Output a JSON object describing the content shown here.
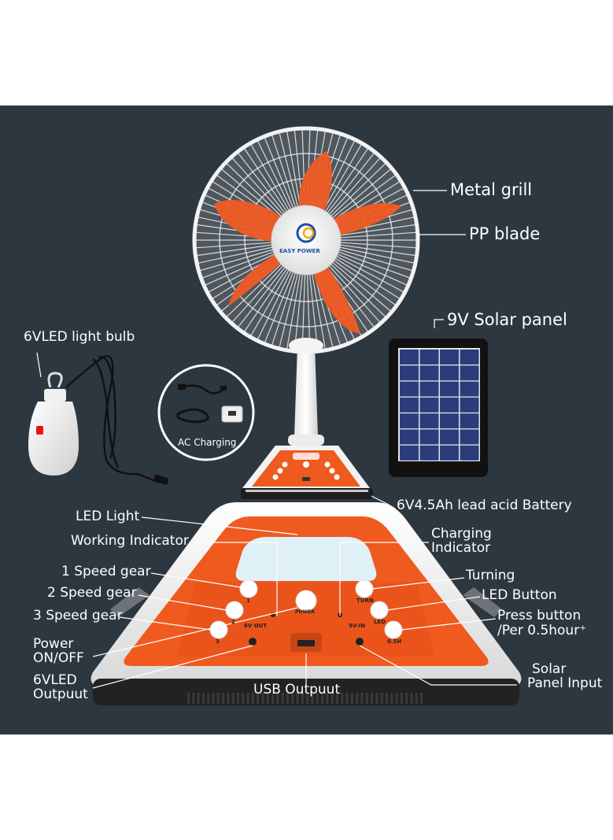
{
  "brand": "EASY POWER",
  "labels": {
    "metal_grill": "Metal grill",
    "pp_blade": "PP blade",
    "solar_panel": "9V Solar panel",
    "light_bulb": "6VLED light bulb",
    "ac_charging": "AC Charging",
    "battery": "6V4.5Ah lead acid Battery",
    "led_light": "LED Light",
    "working_indicator": "Working Indicator",
    "charging_indicator_1": "Charging",
    "charging_indicator_2": "Indicator",
    "speed1": "1 Speed gear",
    "speed2": "2 Speed gear",
    "speed3": "3 Speed gear",
    "power_1": "Power",
    "power_2": "ON/OFF",
    "led_output_1": "6VLED",
    "led_output_2": "Outpuut",
    "usb_output": "USB Outpuut",
    "turning": "Turning",
    "led_button": "LED Button",
    "press_button_1": "Press button",
    "press_button_2": "/Per 0.5hour⁺",
    "solar_input_1": "Solar",
    "solar_input_2": "Panel Input"
  },
  "button_tags": {
    "b1": "1",
    "b2": "2",
    "b3": "3",
    "power": "POWER",
    "turn": "TURN",
    "led": "LED",
    "half": "0.5H",
    "out6v": "6V OUT",
    "in9v": "9V-IN"
  },
  "colors": {
    "background": "#2d3740",
    "accent": "#ef5a1e",
    "body_white": "#f2f2f2"
  }
}
